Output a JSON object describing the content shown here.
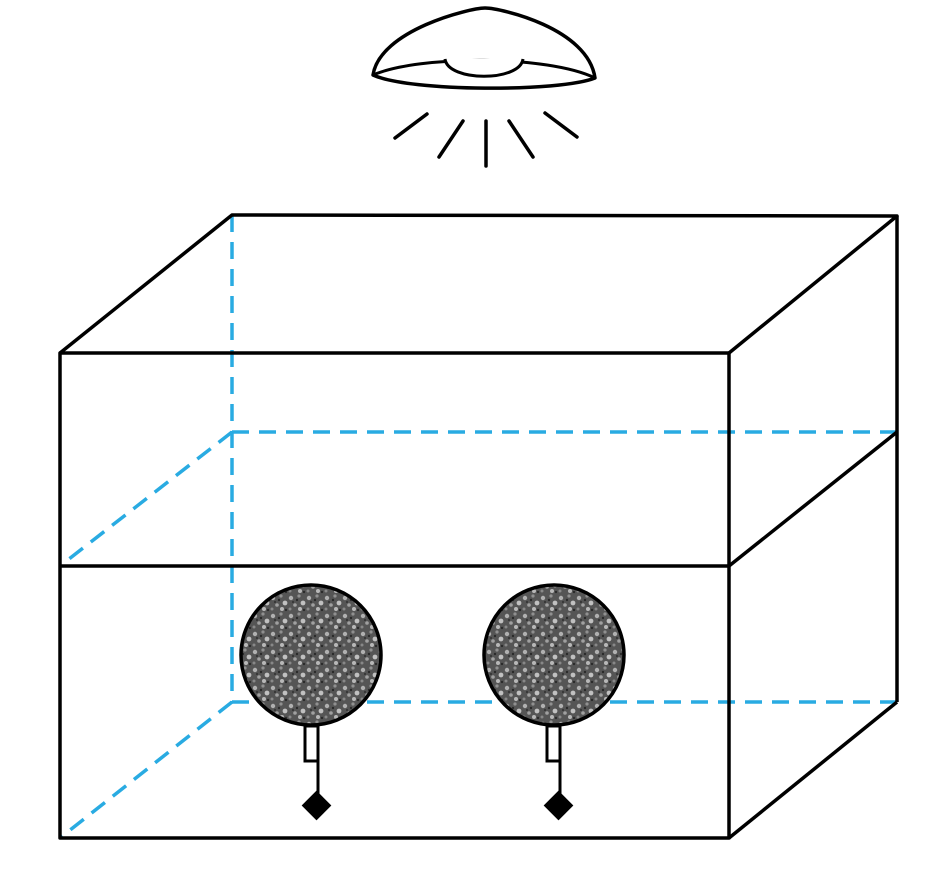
{
  "diagram": {
    "title": "",
    "colors": {
      "solid_edges": "#000000",
      "hidden_edges": "#29abe2",
      "sphere_fill": "#5a5a5a",
      "sphere_speckle": "#a8a8a8",
      "background": "#ffffff"
    },
    "components": {
      "overhead_light": {
        "icon": "ceiling-lamp-icon",
        "rays": 5
      },
      "enclosure": {
        "icon": "transparent-box",
        "levels": 2
      },
      "samples": [
        {
          "icon": "textured-sphere-on-pin-mount",
          "label": ""
        },
        {
          "icon": "textured-sphere-on-pin-mount",
          "label": ""
        }
      ]
    }
  }
}
